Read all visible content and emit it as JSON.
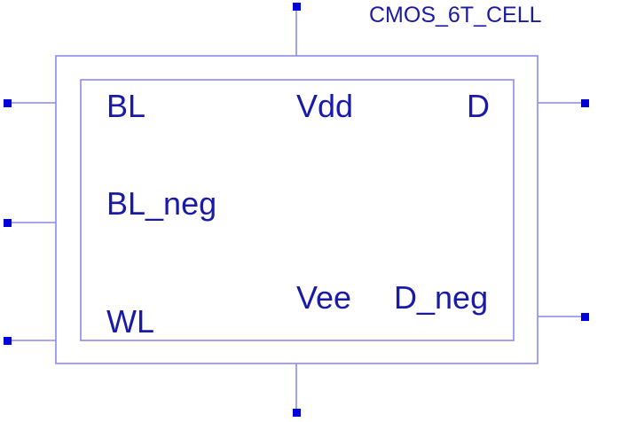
{
  "cell": {
    "name": "CMOS_6T_CELL"
  },
  "pins": {
    "bl": "BL",
    "bl_neg": "BL_neg",
    "wl": "WL",
    "vdd": "Vdd",
    "vee": "Vee",
    "d": "D",
    "d_neg": "D_neg"
  },
  "colors": {
    "text": "#1a1aa8",
    "outline": "#8a8aec",
    "pin": "#0000dd"
  }
}
